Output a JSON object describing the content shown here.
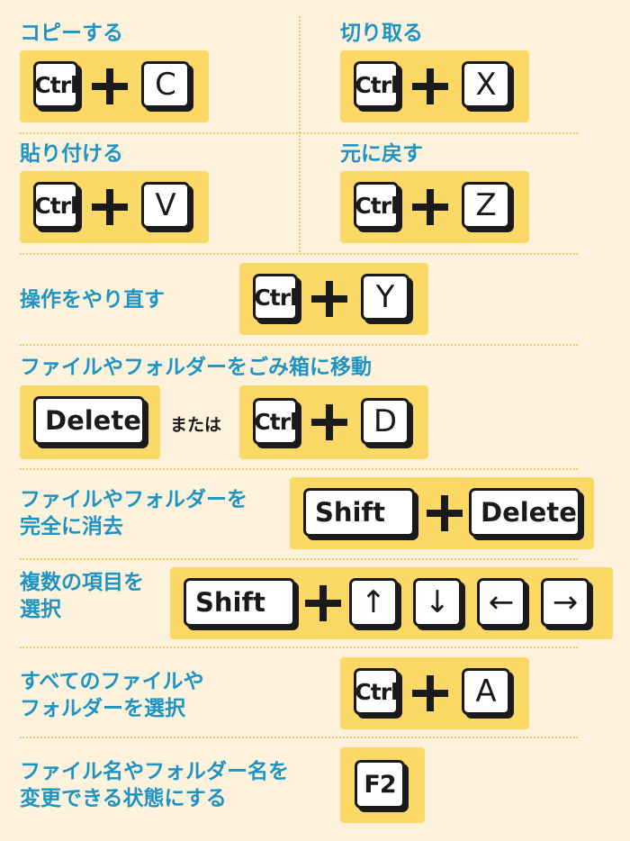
{
  "shortcuts": {
    "copy": {
      "label": "コピーする",
      "keys": [
        "Ctrl",
        "C"
      ]
    },
    "cut": {
      "label": "切り取る",
      "keys": [
        "Ctrl",
        "X"
      ]
    },
    "paste": {
      "label": "貼り付ける",
      "keys": [
        "Ctrl",
        "V"
      ]
    },
    "undo": {
      "label": "元に戻す",
      "keys": [
        "Ctrl",
        "Z"
      ]
    },
    "redo": {
      "label": "操作をやり直す",
      "keys": [
        "Ctrl",
        "Y"
      ]
    },
    "trash": {
      "label": "ファイルやフォルダーをごみ箱に移動",
      "key_alt": "Delete",
      "or_text": "または",
      "keys": [
        "Ctrl",
        "D"
      ]
    },
    "delete_permanent": {
      "label_lines": [
        "ファイルやフォルダーを",
        "完全に消去"
      ],
      "keys": [
        "Shift",
        "Delete"
      ]
    },
    "select_multiple": {
      "label_lines": [
        "複数の項目を",
        "選択"
      ],
      "keys": [
        "Shift",
        "↑",
        "↓",
        "←",
        "→"
      ]
    },
    "select_all": {
      "label_lines": [
        "すべてのファイルや",
        "フォルダーを選択"
      ],
      "keys": [
        "Ctrl",
        "A"
      ]
    },
    "rename": {
      "label_lines": [
        "ファイル名やフォルダー名を",
        "変更できる状態にする"
      ],
      "keys": [
        "F2"
      ]
    }
  },
  "colors": {
    "label": "#1f93c4",
    "panel": "#fcd966",
    "background": "#fdf3dc",
    "key_border": "#1a1a1a"
  }
}
